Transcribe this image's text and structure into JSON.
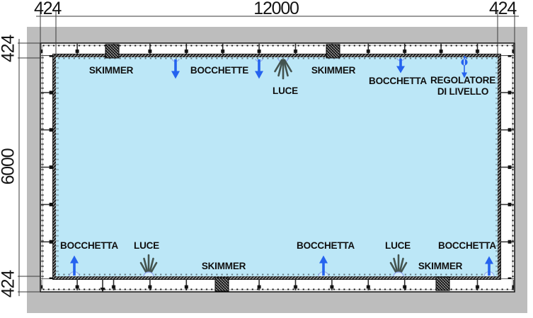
{
  "dimensions": {
    "top_left": "424",
    "top_center": "12000",
    "top_right": "424",
    "left_top": "424",
    "left_center": "6000",
    "left_bottom": "424"
  },
  "labels": {
    "skimmer": "SKIMMER",
    "bocchette": "BOCCHETTE",
    "bocchetta": "BOCCHETTA",
    "luce": "LUCE",
    "regolatore_line1": "REGOLATORE",
    "regolatore_line2": "DI LIVELLO"
  },
  "symbols": {
    "skimmer_box": "hatched-square",
    "inlet_arrow": "blue-arrow",
    "light": "ray-fan",
    "level_regulator": "circle-stem-arrow",
    "drain": "black-down-arrow"
  },
  "colors": {
    "water": "#bce7f7",
    "concrete": "#bdbdbd",
    "arrow-blue": "#2563ef",
    "arc-blue": "#8fa6ea",
    "luce-ray": "#44534f",
    "line-dark": "#141414"
  }
}
